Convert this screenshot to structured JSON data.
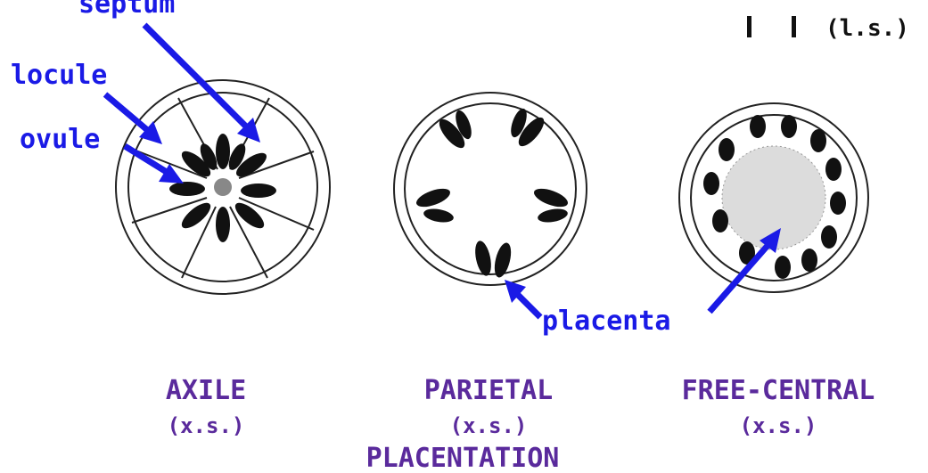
{
  "labels": {
    "septum": "septum",
    "locule": "locule",
    "ovule": "ovule",
    "placenta": "placenta",
    "top_right": "(l.s.)"
  },
  "panels": [
    {
      "name": "AXILE",
      "section": "(x.s.)"
    },
    {
      "name": "PARIETAL",
      "section": "(x.s.)"
    },
    {
      "name": "FREE-CENTRAL",
      "section": "(x.s.)"
    }
  ],
  "caption": "PLACENTATION",
  "colors": {
    "annotation": "#1a1ae6",
    "caption": "#5a2a9c",
    "ink": "#111111"
  }
}
